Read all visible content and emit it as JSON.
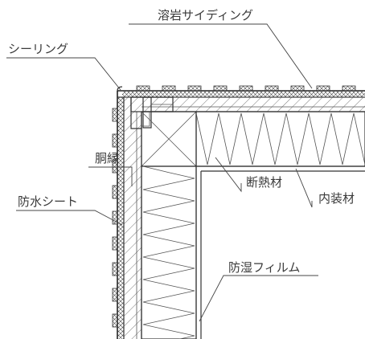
{
  "labels": {
    "siding": "溶岩サイディング",
    "sealing": "シーリング",
    "furring": "胴縁",
    "waterproof_sheet": "防水シート",
    "insulation": "断熱材",
    "interior": "内装材",
    "vapor_film": "防湿フィルム"
  }
}
